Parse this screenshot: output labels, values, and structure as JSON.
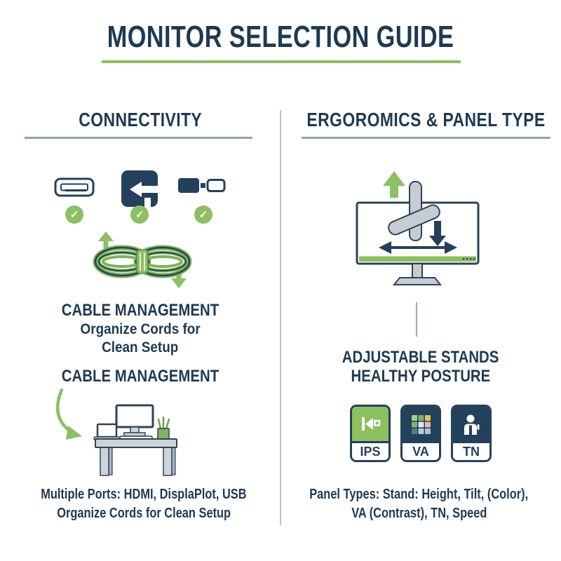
{
  "title": "MONITOR SELECTION GUIDE",
  "left": {
    "header": "CONNECTIVITY",
    "checkmark": "✓",
    "cable_title_1": "CABLE MANAGEMENT",
    "cable_sub_1": "Organize Cords for",
    "cable_sub_2": "Clean Setup",
    "cable_title_2": "CABLE MANAGEMENT",
    "footer_1": "Multiple Ports: HDMI, DisplaPlot, USB",
    "footer_2": "Organize Cords for Clean Setup",
    "icons": [
      "hdmi-port-icon",
      "display-input-icon",
      "usb-connector-icon",
      "check-icon",
      "arrow-up-icon",
      "cable-coil-icon",
      "arrow-down-icon",
      "curved-arrow-icon",
      "desk-setup-icon"
    ]
  },
  "right": {
    "header": "ERGOROMICS & PANEL TYPE",
    "caption_1": "ADJUSTABLE STANDS",
    "caption_2": "HEALTHY POSTURE",
    "panels": [
      {
        "label": "IPS",
        "icon": "ips-display-icon",
        "top_color": "#8cbf5e"
      },
      {
        "label": "VA",
        "icon": "va-grid-icon",
        "top_color": "#24415c",
        "grid_colors": [
          "#a9cc8e",
          "#7fb469",
          "#e5c24c",
          "#7fb469",
          "#dde6ec",
          "#e3b9bd",
          "#4f8080",
          "#b9cfdd",
          "#a9c6d6"
        ]
      },
      {
        "label": "TN",
        "icon": "tn-person-icon",
        "top_color": "#24415c"
      }
    ],
    "footer_1": "Panel Types: Stand: Height, Tilt, (Color),",
    "footer_2": "VA (Contrast), TN, Speed",
    "icons": [
      "adjustable-monitor-icon",
      "arrow-up-icon",
      "arrow-down-icon",
      "arrow-horizontal-icon"
    ]
  },
  "colors": {
    "navy_text": "#1d3a52",
    "navy_icon": "#24415c",
    "green": "#8cc063",
    "green_underline": "#8cbf5e",
    "header_underline": "#93a3b1",
    "column_divider": "#b6c2cb",
    "gray_fill": "#c5ccd3"
  }
}
